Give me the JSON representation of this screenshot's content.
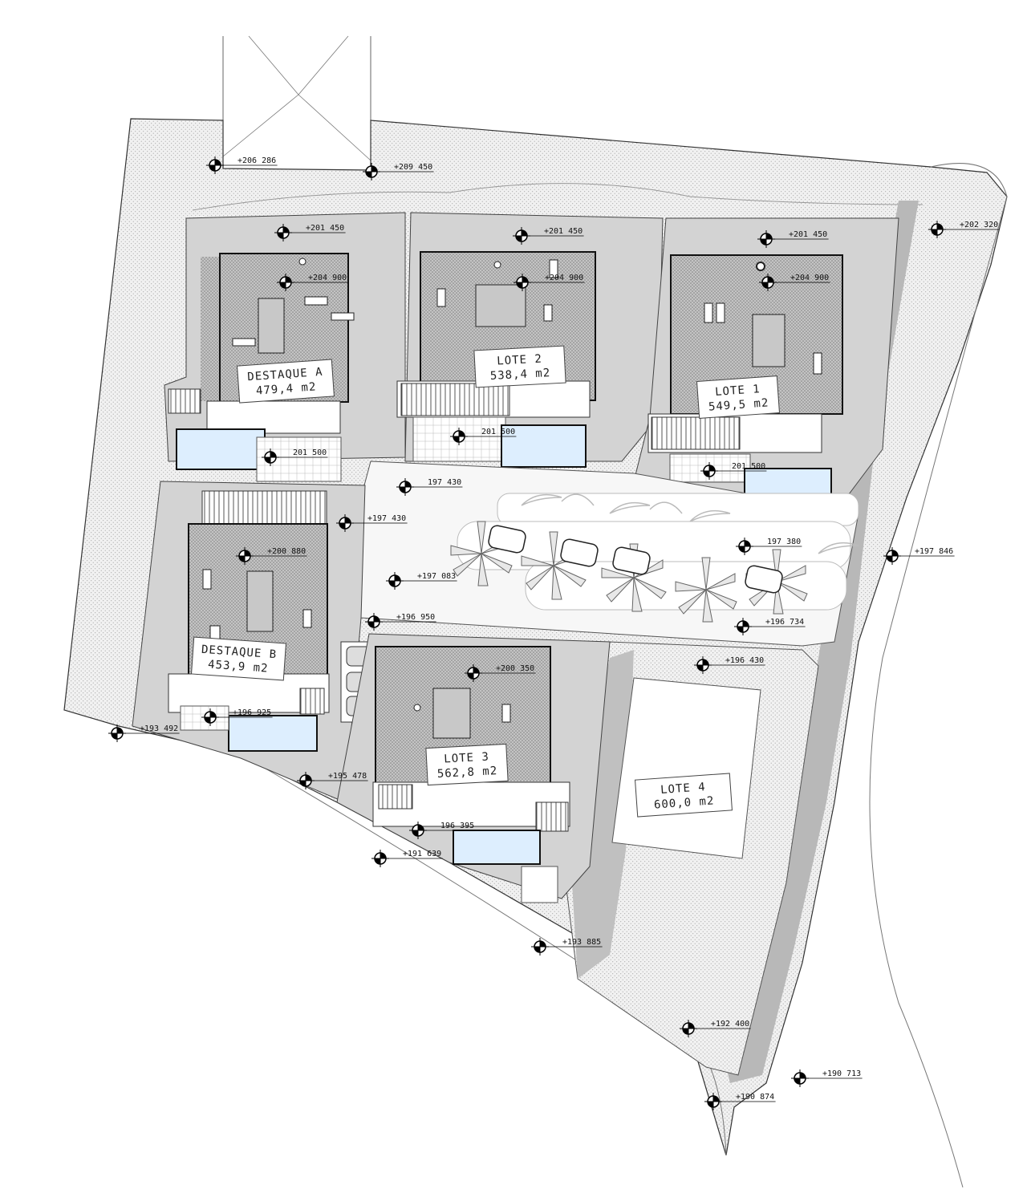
{
  "plan": {
    "lots": [
      {
        "id": "destaque-a",
        "name": "DESTAQUE A",
        "area": "479,4 m2"
      },
      {
        "id": "lote-2",
        "name": "LOTE 2",
        "area": "538,4 m2"
      },
      {
        "id": "lote-1",
        "name": "LOTE 1",
        "area": "549,5 m2"
      },
      {
        "id": "destaque-b",
        "name": "DESTAQUE B",
        "area": "453,9 m2"
      },
      {
        "id": "lote-3",
        "name": "LOTE 3",
        "area": "562,8 m2"
      },
      {
        "id": "lote-4",
        "name": "LOTE 4",
        "area": "600,0 m2"
      }
    ],
    "levels": [
      "+206 286",
      "+209 450",
      "+202 320",
      "+201 450",
      "+201 450",
      "+201 450",
      "+204 900",
      "+204 900",
      "+204 900",
      "201 500",
      "201 500",
      "201 500",
      "197 430",
      "+197 430",
      "197 380",
      "+197 846",
      "+200 880",
      "+197 083",
      "+196 950",
      "+196 734",
      "+196 430",
      "+200 350",
      "+196 925",
      "+193 492",
      "+195 478",
      "196 395",
      "+191 639",
      "+193 885",
      "+192 400",
      "+190 713",
      "+190 874"
    ]
  }
}
